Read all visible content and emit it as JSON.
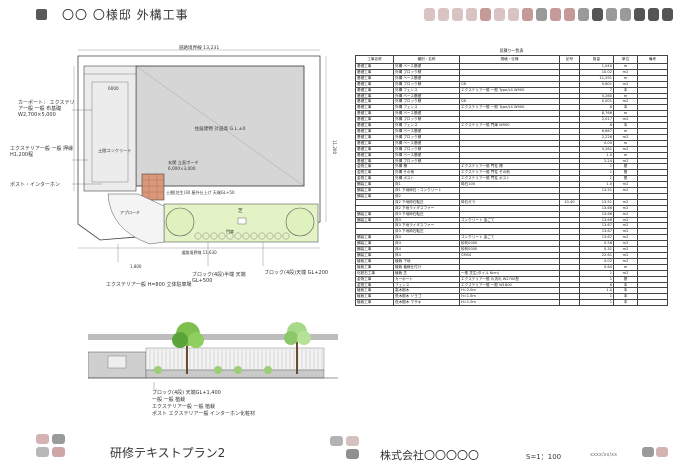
{
  "header": {
    "title": "〇〇 〇様邸 外構工事",
    "colors": {
      "dark": "#555555",
      "mid": "#9a9a9a",
      "light": "#d9c3c3",
      "rose": "#c79a9a"
    }
  },
  "plan": {
    "dim_top": "道路境界線 13,231",
    "label_house": "住居建物 計画高 G.L.±0",
    "label_entry": "玄関 立面ポーチ",
    "label_porch_size": "6,000×3,000",
    "label_parking_conc": "土間コンクリート",
    "label_carport_note": "カーポート： エクステリア一般 一般 布基礎 W2,700×5,000",
    "label_mid_left": "6000",
    "label_fence_note": "エクステリア一般 一般 押縁 H1,200程",
    "label_mailpost": "ポスト・インターホン",
    "label_garden": "芝",
    "label_lawn_note": "土間(芝生)30 屋外仕上げ 天端GL+50",
    "label_gate": "門扉",
    "dim_bottom": "道路境界線 11,630",
    "dim_side": "11,200",
    "label_walk": "アプローチ",
    "label_bottom_left": "エクステリア一般 H=800 立体駐車場",
    "label_bottom_mid": "ブロック(4段)半端 天端GL+500",
    "label_bottom_right": "ブロック(4段)天端 GL+200",
    "label_unit": "1,800"
  },
  "elevation": {
    "note1": "ブロック(4段) 天端GL+1,400",
    "note2": "一般 一般 植栽",
    "note3": "エクステリア一般 一般 植栽 ",
    "note4": "ポスト エクステリア一般 インターホン化粧材"
  },
  "table": {
    "caption": "見積り一覧表",
    "headers": [
      "工事名称",
      "種別・名称",
      "規格・仕様",
      "記号",
      "数量",
      "単位",
      "備考"
    ],
    "rows": [
      [
        "基礎工事",
        "外構 ベース基礎",
        "",
        "",
        "1,040",
        "m",
        ""
      ],
      [
        "基礎工事",
        "外構 ブロック積",
        "",
        "",
        "10.02",
        "m2",
        ""
      ],
      [
        "基礎工事",
        "外構 ベース基礎",
        "",
        "",
        "11,291",
        "m",
        ""
      ],
      [
        "基礎工事",
        "外構 ブロック積",
        "CB",
        "",
        "0,601",
        "m2",
        ""
      ],
      [
        "基礎工事",
        "外構 フェンス",
        "エクステリア一般 一般 Type/LS W900",
        "",
        "7",
        "本",
        ""
      ],
      [
        "基礎工事",
        "外構 ベース基礎",
        "",
        "",
        "5,260",
        "m",
        ""
      ],
      [
        "基礎工事",
        "外構 ブロック積",
        "CB",
        "",
        "0,001",
        "m2",
        ""
      ],
      [
        "基礎工事",
        "外構 フェンス",
        "エクステリア一般 一般 Type/LS W900",
        "",
        "6",
        "本",
        ""
      ],
      [
        "基礎工事",
        "外構 ベース基礎",
        "",
        "",
        "8,766",
        "m",
        ""
      ],
      [
        "基礎工事",
        "外構 ブロック積",
        "",
        "",
        "2,017",
        "m2",
        ""
      ],
      [
        "基礎工事",
        "外構 フェンス",
        "エクステリア一般 門扉 W900",
        "",
        "6",
        "本",
        ""
      ],
      [
        "基礎工事",
        "外構 ベース基礎",
        "",
        "",
        "6,667",
        "m",
        ""
      ],
      [
        "基礎工事",
        "外構 ブロック積",
        "",
        "",
        "2,226",
        "m2",
        ""
      ],
      [
        "基礎工事",
        "外構 ベース基礎",
        "",
        "",
        "0.00",
        "m",
        ""
      ],
      [
        "基礎工事",
        "外構 ブロック積",
        "",
        "",
        "0,261",
        "m2",
        ""
      ],
      [
        "基礎工事",
        "外構 ベース基礎",
        "",
        "",
        "1.0",
        "m",
        ""
      ],
      [
        "基礎工事",
        "外構 ブロック積",
        "",
        "",
        "2.24",
        "m2",
        ""
      ],
      [
        "金物工事",
        "外構 柵",
        "エクステリア一般 門柱 柵",
        "",
        "1",
        "基",
        ""
      ],
      [
        "金物工事",
        "外構 その他",
        "エクステリア一般 門柱 その他",
        "",
        "1",
        "基",
        ""
      ],
      [
        "金物工事",
        "外構 ポスト",
        "エクステリア一般 門柱 ポスト",
        "",
        "1",
        "基",
        ""
      ],
      [
        "舗装工事",
        "床1",
        "砕石100",
        "",
        "1.0",
        "m2",
        ""
      ],
      [
        "舗装工事",
        "床1 下地砕石・コンクリート",
        "",
        "",
        "13.51",
        "m2",
        ""
      ],
      [
        "舗装工事",
        "床2",
        "",
        "",
        "",
        "",
        ""
      ],
      [
        "",
        "床2 下地砕石転圧",
        "砕石ガラ",
        "10-40",
        "13.51",
        "m2",
        ""
      ],
      [
        "",
        "床2 下地ライギスファー",
        "",
        "",
        "13.66",
        "m2",
        ""
      ],
      [
        "舗装工事",
        "床3 下地砕石転圧",
        "",
        "",
        "13.66",
        "m2",
        ""
      ],
      [
        "舗装工事",
        "床3",
        "コンクリート 金ごて",
        "",
        "13.66",
        "m2",
        ""
      ],
      [
        "",
        "床3 下地ライギスファー",
        "",
        "",
        "13.67",
        "m2",
        ""
      ],
      [
        "",
        "床3 下地砕石転圧",
        "",
        "",
        "13.67",
        "m2",
        ""
      ],
      [
        "舗装工事",
        "床4",
        "コンクリート 金ごて",
        "",
        "13.67",
        "m2",
        ""
      ],
      [
        "舗装工事",
        "床4",
        "砂利0000",
        "",
        "0.56",
        "m2",
        ""
      ],
      [
        "舗装工事",
        "床4",
        "砂利0000",
        "",
        "0.31",
        "m2",
        ""
      ],
      [
        "舗装工事",
        "床4",
        "CMS4",
        "",
        "22.61",
        "m2",
        ""
      ],
      [
        "植栽工事",
        "植栽 下地",
        "",
        "",
        "0.02",
        "m2",
        ""
      ],
      [
        "植栽工事",
        "植栽 植栽仕付け",
        "",
        "",
        "0.64",
        "m",
        ""
      ],
      [
        "化粧石工事",
        "植栽 芝",
        "一般 芝生(タイル 6cm)",
        "",
        "1",
        "m2",
        ""
      ],
      [
        "金物工事",
        "カーポート",
        "エクステリア一般 片流れ W2700型",
        "",
        "1",
        "基",
        ""
      ],
      [
        "金物工事",
        "フェンス",
        "エクステリア一般 一般 W1800",
        "",
        "6",
        "本",
        ""
      ],
      [
        "植栽工事",
        "高木樹木",
        "H=2.0m",
        "",
        "1.0",
        "本",
        ""
      ],
      [
        "植栽工事",
        "低木樹木 ソヨゴ",
        "H=1.5m",
        "",
        "1",
        "本",
        ""
      ],
      [
        "植栽工事",
        "低木樹木 マサキ",
        "H=1.0m",
        "",
        "1",
        "本",
        ""
      ]
    ]
  },
  "footer": {
    "title": "研修テキストプラン2",
    "company": "株式会社〇〇〇〇〇",
    "scale": "S=1：100",
    "date": "xxxx/xx/xx"
  }
}
